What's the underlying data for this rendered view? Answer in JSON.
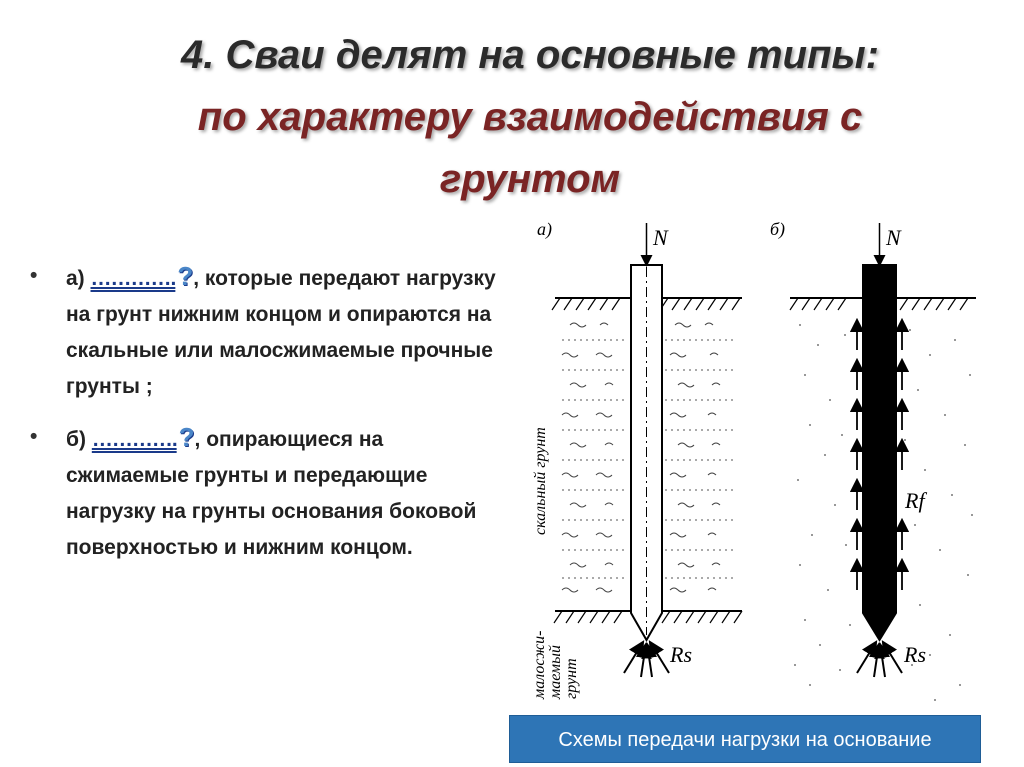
{
  "title": {
    "line1": "4. Сваи делят на основные типы:",
    "line2": "по характеру взаимодействия с",
    "line3": "грунтом"
  },
  "bullets": [
    {
      "prefix": "а) ",
      "blank": "………….",
      "qmark": "?",
      "text": ", которые передают нагрузку на грунт нижним концом и опираются на скальные или малосжимаемые прочные грунты ;"
    },
    {
      "prefix": "б) ",
      "blank": "………….",
      "qmark": "?",
      "text": ", опирающиеся на сжимаемые грунты и передающие нагрузку на грунты основания боковой поверхностью и нижним концом."
    }
  ],
  "diagram": {
    "label_a": "а)",
    "label_b": "б)",
    "load_a": "N",
    "load_b": "N",
    "rs_a": "Rs",
    "rs_b": "Rs",
    "rf_b": "Rf",
    "soil_rock": "скальный грунт",
    "soil_low_1": "малосжи-",
    "soil_low_2": "маемый",
    "soil_low_3": "грунт"
  },
  "caption": "Схемы передачи нагрузки на основание"
}
